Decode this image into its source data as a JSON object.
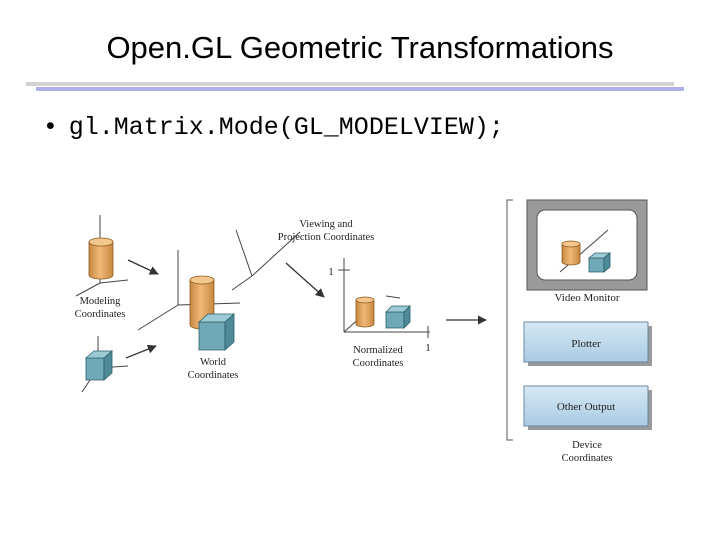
{
  "slide": {
    "title": "Open.GL Geometric Transformations",
    "bullet": "gl.Matrix.Mode(GL_MODELVIEW);"
  },
  "diagram": {
    "modeling_label": [
      "Modeling",
      "Coordinates"
    ],
    "world_label": [
      "World",
      "Coordinates"
    ],
    "viewing_label": [
      "Viewing and",
      "Projection Coordinates"
    ],
    "normalized_label": [
      "Normalized",
      "Coordinates"
    ],
    "axis_one_top": "1",
    "axis_one_right": "1",
    "video_monitor_label": "Video Monitor",
    "plotter_label": "Plotter",
    "other_output_label": "Other Output",
    "device_label": [
      "Device",
      "Coordinates"
    ]
  },
  "colors": {
    "cylinder": "#e0a060",
    "cube": "#6fa8b6",
    "device_box": "#bcd8ec",
    "title_rule": "#b0b0e8"
  }
}
